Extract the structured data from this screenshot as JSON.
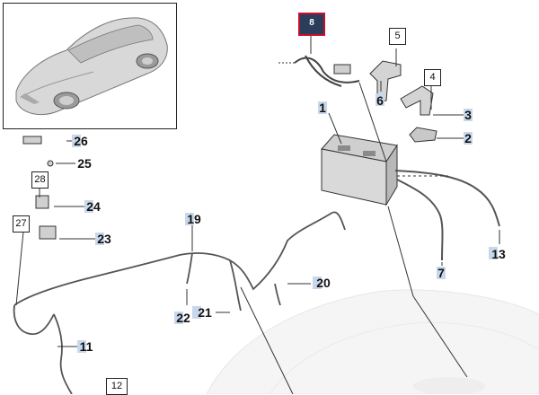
{
  "diagram": {
    "selected_part": "8",
    "labels": {
      "p1": "1",
      "p2": "2",
      "p3": "3",
      "p4": "4",
      "p5": "5",
      "p6": "6",
      "p7": "7",
      "p8": "8",
      "p11": "11",
      "p12": "12",
      "p13": "13",
      "p19": "19",
      "p20": "20",
      "p21": "21",
      "p22": "22",
      "p23": "23",
      "p24": "24",
      "p25": "25",
      "p26": "26",
      "p27": "27",
      "p28": "28"
    },
    "colors": {
      "selected_border": "#c8102e",
      "selected_fill": "#2b3d5b",
      "label_highlight": "#c8d8ec",
      "line": "#333333"
    }
  }
}
